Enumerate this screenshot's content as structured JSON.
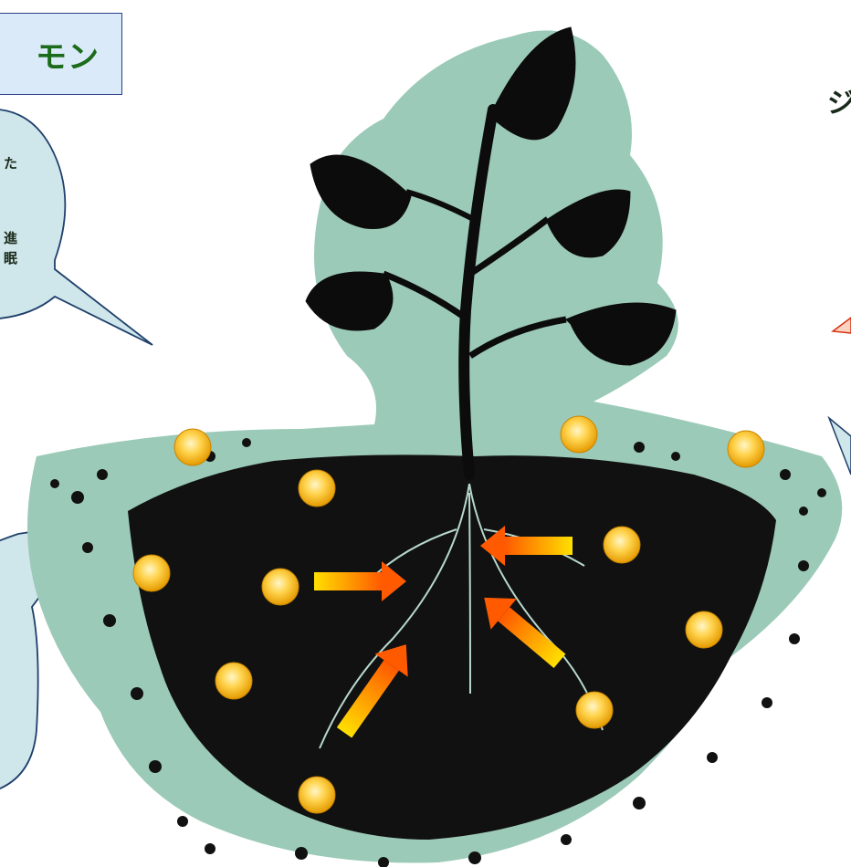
{
  "title": "モン",
  "left_bubble_fragments": [
    "た",
    "進",
    "眠"
  ],
  "right_fragment": "ジ",
  "colors": {
    "background": "#ffffff",
    "callout_fill": "#cfe6ea",
    "callout_stroke": "#1f3f6b",
    "plant_halo": "#9ccab8",
    "soil": "#111111",
    "plant": "#0c0c0c",
    "sphere": "#f7b21a",
    "arrow": "#ff8a00",
    "title_box_fill": "#dbeaf8",
    "title_box_border": "#2a3f8a",
    "title_text": "#1a6b1a"
  },
  "icons": [
    "plant-illustration",
    "soil-mound",
    "hormone-sphere",
    "uptake-arrow",
    "speech-callout"
  ]
}
